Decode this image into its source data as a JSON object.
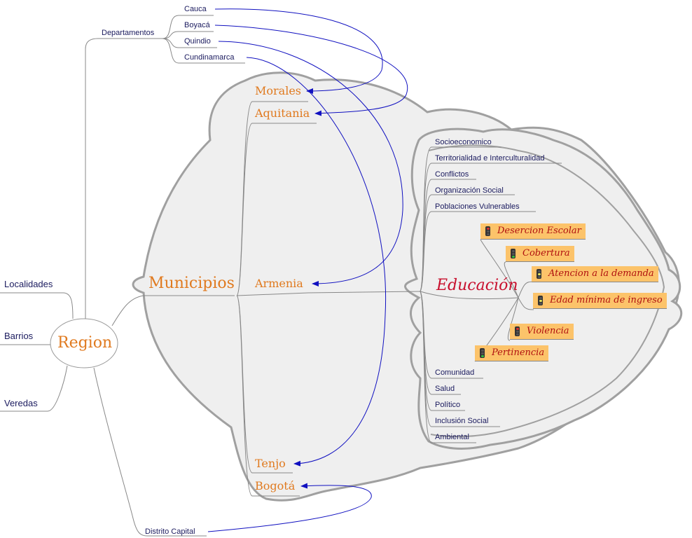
{
  "root": {
    "label": "Region"
  },
  "left_branches": [
    {
      "label": "Localidades"
    },
    {
      "label": "Barrios"
    },
    {
      "label": "Veredas"
    }
  ],
  "departamentos": {
    "label": "Departamentos",
    "items": [
      {
        "label": "Cauca"
      },
      {
        "label": "Boyacá"
      },
      {
        "label": "Quindio"
      },
      {
        "label": "Cundinamarca"
      }
    ]
  },
  "distrito": {
    "label": "Distrito Capital"
  },
  "municipios": {
    "label": "Municipios",
    "items": [
      {
        "label": "Morales"
      },
      {
        "label": "Aquitania"
      },
      {
        "label": "Armenia"
      },
      {
        "label": "Tenjo"
      },
      {
        "label": "Bogotá"
      }
    ]
  },
  "educacion": {
    "label": "Educación",
    "topics_top": [
      {
        "label": "Socioeconomico"
      },
      {
        "label": "Territorialidad e Interculturalidad"
      },
      {
        "label": "Conflictos"
      },
      {
        "label": "Organización Social"
      },
      {
        "label": "Poblaciones Vulnerables"
      }
    ],
    "indicators": [
      {
        "label": "Desercion Escolar",
        "status": "red"
      },
      {
        "label": "Cobertura",
        "status": "green"
      },
      {
        "label": "Atencion a la demanda",
        "status": "yellow"
      },
      {
        "label": "Edad mínima de ingreso",
        "status": "yellow"
      },
      {
        "label": "Violencia",
        "status": "red"
      },
      {
        "label": "Pertinencia",
        "status": "green"
      }
    ],
    "topics_bottom": [
      {
        "label": "Comunidad"
      },
      {
        "label": "Salud"
      },
      {
        "label": "Político"
      },
      {
        "label": "Inclusión Social"
      },
      {
        "label": "Ambiental"
      }
    ]
  },
  "links": [
    {
      "from": "Cauca",
      "to": "Morales"
    },
    {
      "from": "Boyacá",
      "to": "Aquitania"
    },
    {
      "from": "Quindio",
      "to": "Armenia"
    },
    {
      "from": "Cundinamarca",
      "to": "Tenjo"
    },
    {
      "from": "Distrito Capital",
      "to": "Bogotá"
    }
  ],
  "colors": {
    "topic_text": "#1a1a5e",
    "node_orange": "#e07a1f",
    "education_red": "#c8102e",
    "indicator_bg": "#fcc36a",
    "link_blue": "#1010c0",
    "cloud_fill": "#efefef",
    "cloud_stroke": "#a0a0a0",
    "status_red": "#e03030",
    "status_yellow": "#e8e860",
    "status_green": "#30c040"
  }
}
